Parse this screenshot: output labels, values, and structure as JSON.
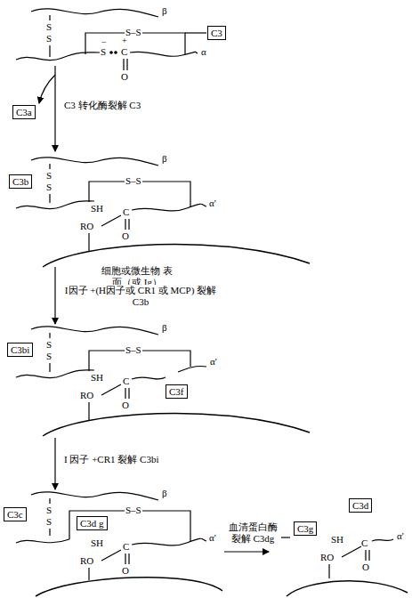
{
  "diagram": {
    "nodes": [
      {
        "text": [
          "C3"
        ]
      },
      {
        "text": [
          "C3a"
        ]
      },
      {
        "text": [
          "C3b"
        ]
      },
      {
        "text": [
          "C3bi"
        ]
      },
      {
        "text": [
          "C3f"
        ]
      },
      {
        "text": [
          "C3c"
        ]
      },
      {
        "text": [
          "C3d g"
        ]
      },
      {
        "text": [
          "C3g"
        ]
      },
      {
        "text": [
          "C3d"
        ]
      }
    ],
    "labels": [
      "β",
      "S",
      "S",
      "S–S",
      "−",
      "S",
      "+",
      "C",
      "O",
      "α",
      "C3 转化酶裂解 C3",
      "β",
      "S",
      "S",
      "S–S",
      "SH",
      "RO",
      "C",
      "O",
      "α'",
      "细胞或微生物 表面（或 Ig）",
      "I因子 +(H因子或 CR1 或 MCP) 裂解 C3b",
      "β",
      "S",
      "S",
      "S–S",
      "SH",
      "RO",
      "C",
      "O",
      "α'",
      "I 因子 +CR1 裂解 C3bi",
      "β",
      "S",
      "S",
      "S–S",
      "SH",
      "RO",
      "C",
      "O",
      "α'",
      "血清蛋白酶 裂解 C3dg",
      "SH",
      "RO",
      "C",
      "O",
      "α'"
    ]
  }
}
